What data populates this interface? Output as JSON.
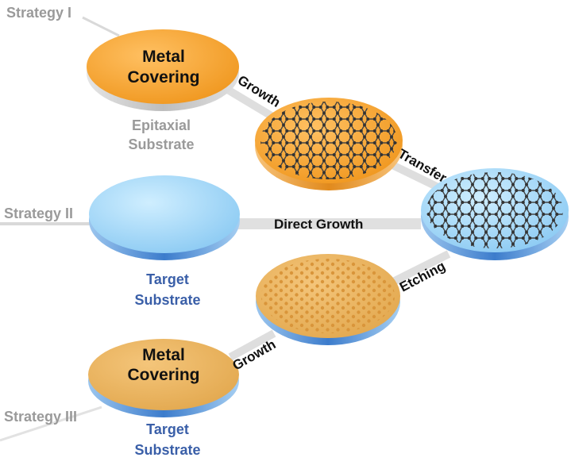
{
  "strategies": {
    "s1": "Strategy I",
    "s2": "Strategy II",
    "s3": "Strategy III"
  },
  "discs": {
    "metal1_line1": "Metal",
    "metal1_line2": "Covering",
    "metal3_line1": "Metal",
    "metal3_line2": "Covering"
  },
  "substrates": {
    "epitaxial_line1": "Epitaxial",
    "epitaxial_line2": "Substrate",
    "target2_line1": "Target",
    "target2_line2": "Substrate",
    "target3_line1": "Target",
    "target3_line2": "Substrate"
  },
  "edges": {
    "growth1": "Growth",
    "transfer": "Transfer",
    "direct": "Direct Growth",
    "etching": "Etching",
    "growth3": "Growth"
  },
  "colors": {
    "metal_orange": "#f5a12e",
    "graphene_orange": "#f4a43a",
    "metal_tan": "#e9b260",
    "target_blue": "#9fd3f5",
    "substrate_grey": "#c8c8c8",
    "substrate_blue": "#4f8fd6",
    "label_grey": "#9a9a9a",
    "label_blue": "#3a5fa8"
  }
}
